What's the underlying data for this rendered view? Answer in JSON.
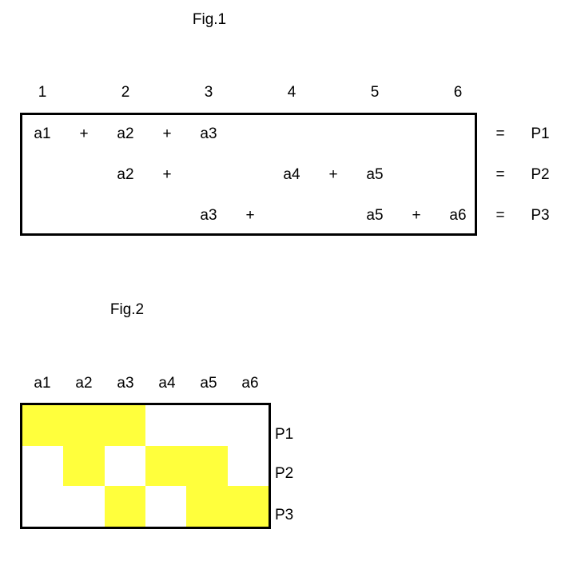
{
  "fig1": {
    "title": "Fig.1",
    "columns": [
      "1",
      "2",
      "3",
      "4",
      "5",
      "6"
    ],
    "rows": [
      {
        "terms": [
          "a1",
          "+",
          "a2",
          "+",
          "a3",
          "",
          "",
          "",
          "",
          "",
          ""
        ],
        "equals": "=",
        "result": "P1"
      },
      {
        "terms": [
          "",
          "",
          "a2",
          "+",
          "",
          "",
          "a4",
          "+",
          "a5",
          "",
          ""
        ],
        "equals": "=",
        "result": "P2"
      },
      {
        "terms": [
          "",
          "",
          "",
          "",
          "a3",
          "+",
          "",
          "",
          "a5",
          "+",
          "a6"
        ],
        "equals": "=",
        "result": "P3"
      }
    ]
  },
  "fig2": {
    "title": "Fig.2",
    "columns": [
      "a1",
      "a2",
      "a3",
      "a4",
      "a5",
      "a6"
    ],
    "rows": [
      {
        "label": "P1",
        "cells": [
          1,
          1,
          1,
          0,
          0,
          0
        ]
      },
      {
        "label": "P2",
        "cells": [
          0,
          1,
          0,
          1,
          1,
          0
        ]
      },
      {
        "label": "P3",
        "cells": [
          0,
          0,
          1,
          0,
          1,
          1
        ]
      }
    ],
    "fill_color": "#ffff3c"
  }
}
